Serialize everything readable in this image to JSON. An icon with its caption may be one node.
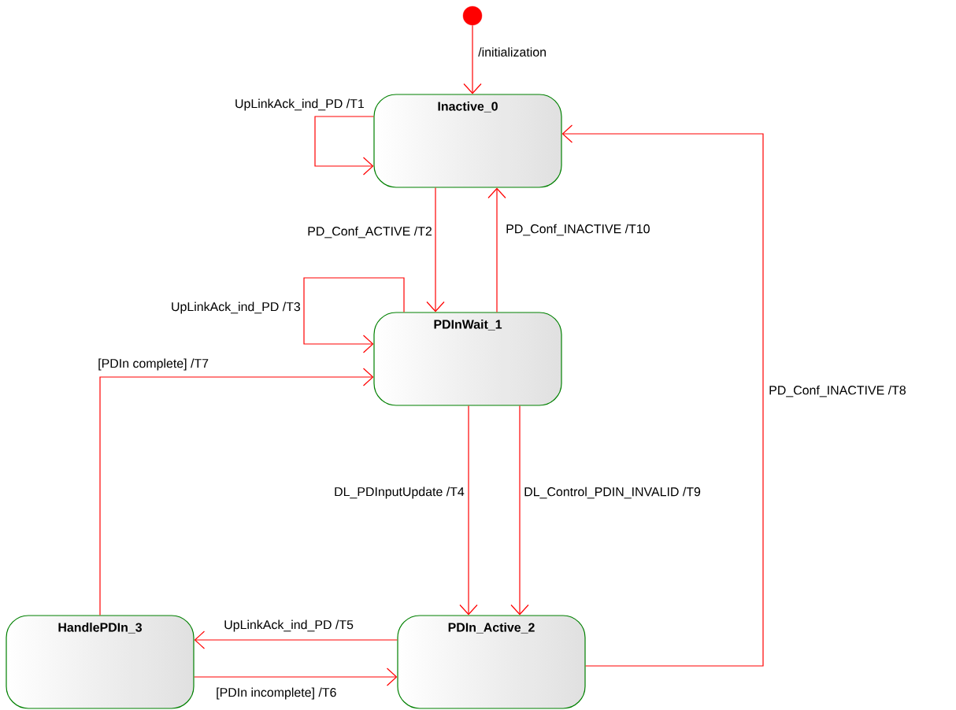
{
  "diagram": {
    "nodes": [
      {
        "text": [],
        "shape": "circle"
      },
      {
        "text": [
          "Inactive_0"
        ]
      },
      {
        "text": [
          "PDInWait_1"
        ]
      },
      {
        "text": [
          "HandlePDIn_3"
        ]
      },
      {
        "text": [
          "PDIn_Active_2"
        ]
      }
    ],
    "edges": [
      {
        "from": 0,
        "to": 1,
        "arrow": "to",
        "label": "/initialization"
      },
      {
        "from": 1,
        "to": 1,
        "arrow": "to",
        "label": "UpLinkAck_ind_PD /T1"
      },
      {
        "from": 1,
        "to": 2,
        "arrow": "to",
        "label": "PD_Conf_ACTIVE /T2"
      },
      {
        "from": 2,
        "to": 1,
        "arrow": "to",
        "label": "PD_Conf_INACTIVE /T10"
      },
      {
        "from": 2,
        "to": 2,
        "arrow": "to",
        "label": "UpLinkAck_ind_PD /T3"
      },
      {
        "from": 3,
        "to": 2,
        "arrow": "to",
        "label": "[PDIn complete] /T7"
      },
      {
        "from": 2,
        "to": 4,
        "arrow": "to",
        "label": "DL_PDInputUpdate /T4"
      },
      {
        "from": 2,
        "to": 4,
        "arrow": "to",
        "label": "DL_Control_PDIN_INVALID /T9"
      },
      {
        "from": 4,
        "to": 3,
        "arrow": "to",
        "label": "UpLinkAck_ind_PD /T5"
      },
      {
        "from": 3,
        "to": 4,
        "arrow": "to",
        "label": "[PDIn incomplete] /T6"
      },
      {
        "from": 4,
        "to": 1,
        "arrow": "to",
        "label": "PD_Conf_INACTIVE /T8"
      }
    ]
  }
}
